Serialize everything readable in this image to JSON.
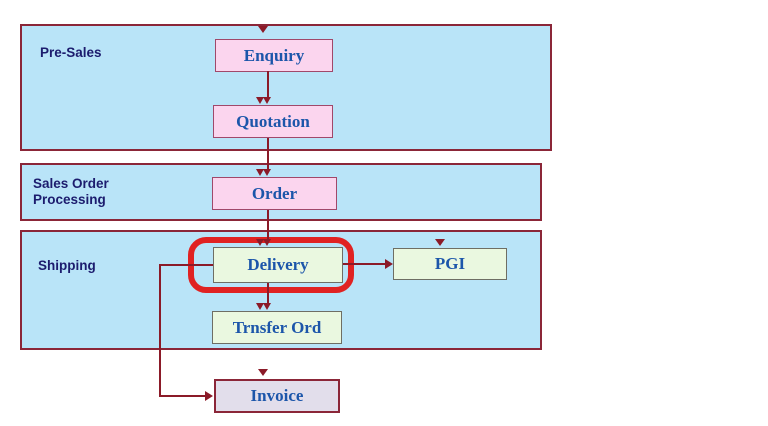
{
  "diagram": {
    "bands": [
      {
        "label": "Pre-Sales"
      },
      {
        "label": "Sales Order Processing"
      },
      {
        "label": "Shipping"
      }
    ],
    "nodes": {
      "enquiry": {
        "label": "Enquiry"
      },
      "quotation": {
        "label": "Quotation"
      },
      "order": {
        "label": "Order"
      },
      "delivery": {
        "label": "Delivery",
        "highlighted": true
      },
      "pgi": {
        "label": "PGI"
      },
      "transfer_order": {
        "label": "Trnsfer Ord"
      },
      "invoice": {
        "label": "Invoice"
      }
    },
    "edges": [
      {
        "from": "start",
        "to": "enquiry",
        "type": "arrowhead-down"
      },
      {
        "from": "enquiry",
        "to": "quotation",
        "type": "arrow-down"
      },
      {
        "from": "quotation",
        "to": "order",
        "type": "arrow-down"
      },
      {
        "from": "order",
        "to": "delivery",
        "type": "arrow-down"
      },
      {
        "from": "delivery",
        "to": "pgi",
        "type": "arrow-right"
      },
      {
        "from": "start",
        "to": "pgi",
        "type": "arrowhead-down"
      },
      {
        "from": "delivery",
        "to": "transfer_order",
        "type": "arrow-down"
      },
      {
        "from": "delivery",
        "to": "invoice",
        "type": "elbow-arrow-left"
      },
      {
        "from": "start",
        "to": "invoice",
        "type": "arrowhead-down"
      }
    ],
    "colors": {
      "band_fill": "#b9e4f8",
      "band_border": "#8b2638",
      "pink_node_fill": "#fbd5ee",
      "pink_node_border": "#a0486a",
      "green_node_fill": "#eaf8e0",
      "green_node_border": "#6e6e64",
      "invoice_fill": "#e2deeb",
      "invoice_border": "#8b2638",
      "node_text": "#1c56aa",
      "band_text": "#1c1c6e",
      "arrow": "#8b1a28",
      "highlight": "#e02222"
    }
  }
}
